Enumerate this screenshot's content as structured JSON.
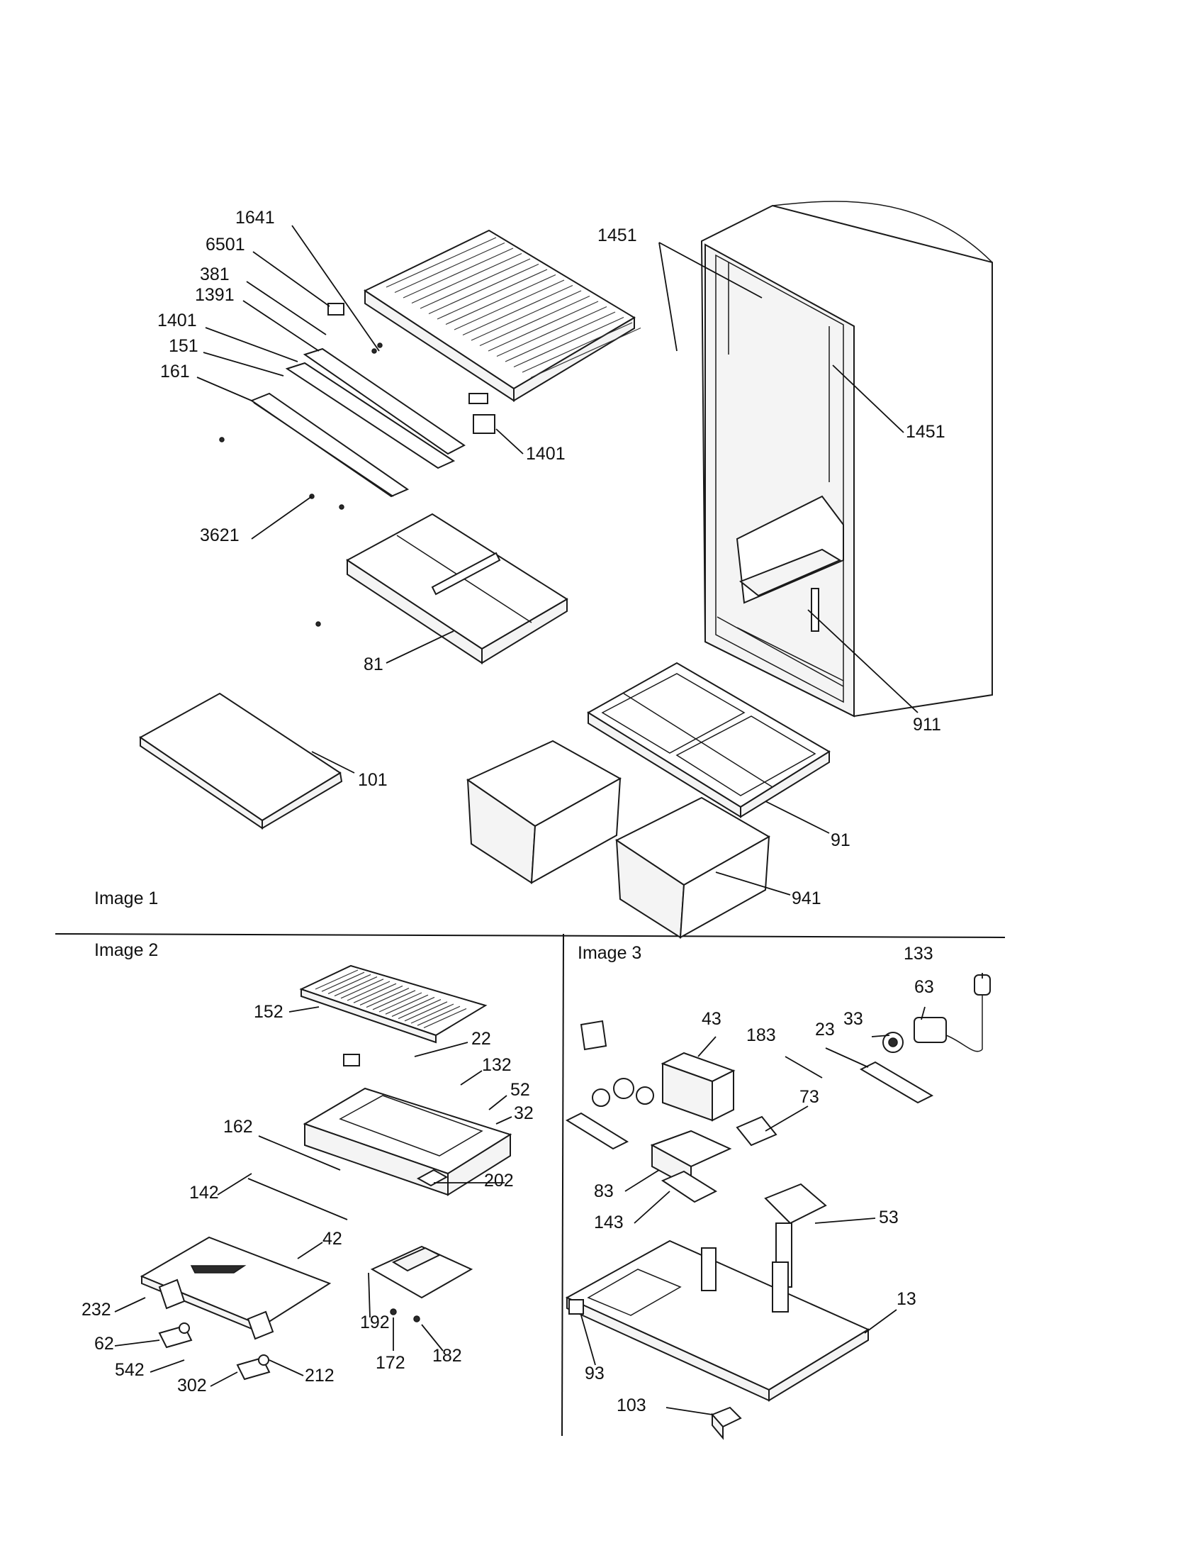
{
  "panels": [
    {
      "caption": "Image 1"
    },
    {
      "caption": "Image 2"
    },
    {
      "caption": "Image 3"
    }
  ],
  "callouts": {
    "p1641": "1641",
    "p6501": "6501",
    "p381": "381",
    "p1391": "1391",
    "p1401a": "1401",
    "p151": "151",
    "p161": "161",
    "p1401b": "1401",
    "p3621": "3621",
    "p1451a": "1451",
    "p1451b": "1451",
    "p81": "81",
    "p911": "911",
    "p101": "101",
    "p91": "91",
    "p941": "941",
    "p152": "152",
    "p22": "22",
    "p132": "132",
    "p52": "52",
    "p32": "32",
    "p162": "162",
    "p142": "142",
    "p202": "202",
    "p42": "42",
    "p232": "232",
    "p62": "62",
    "p542": "542",
    "p302": "302",
    "p212": "212",
    "p192": "192",
    "p172": "172",
    "p182": "182",
    "p133": "133",
    "p63": "63",
    "p43": "43",
    "p33": "33",
    "p183": "183",
    "p23": "23",
    "p73": "73",
    "p83": "83",
    "p143": "143",
    "p53": "53",
    "p13": "13",
    "p93": "93",
    "p103": "103"
  }
}
